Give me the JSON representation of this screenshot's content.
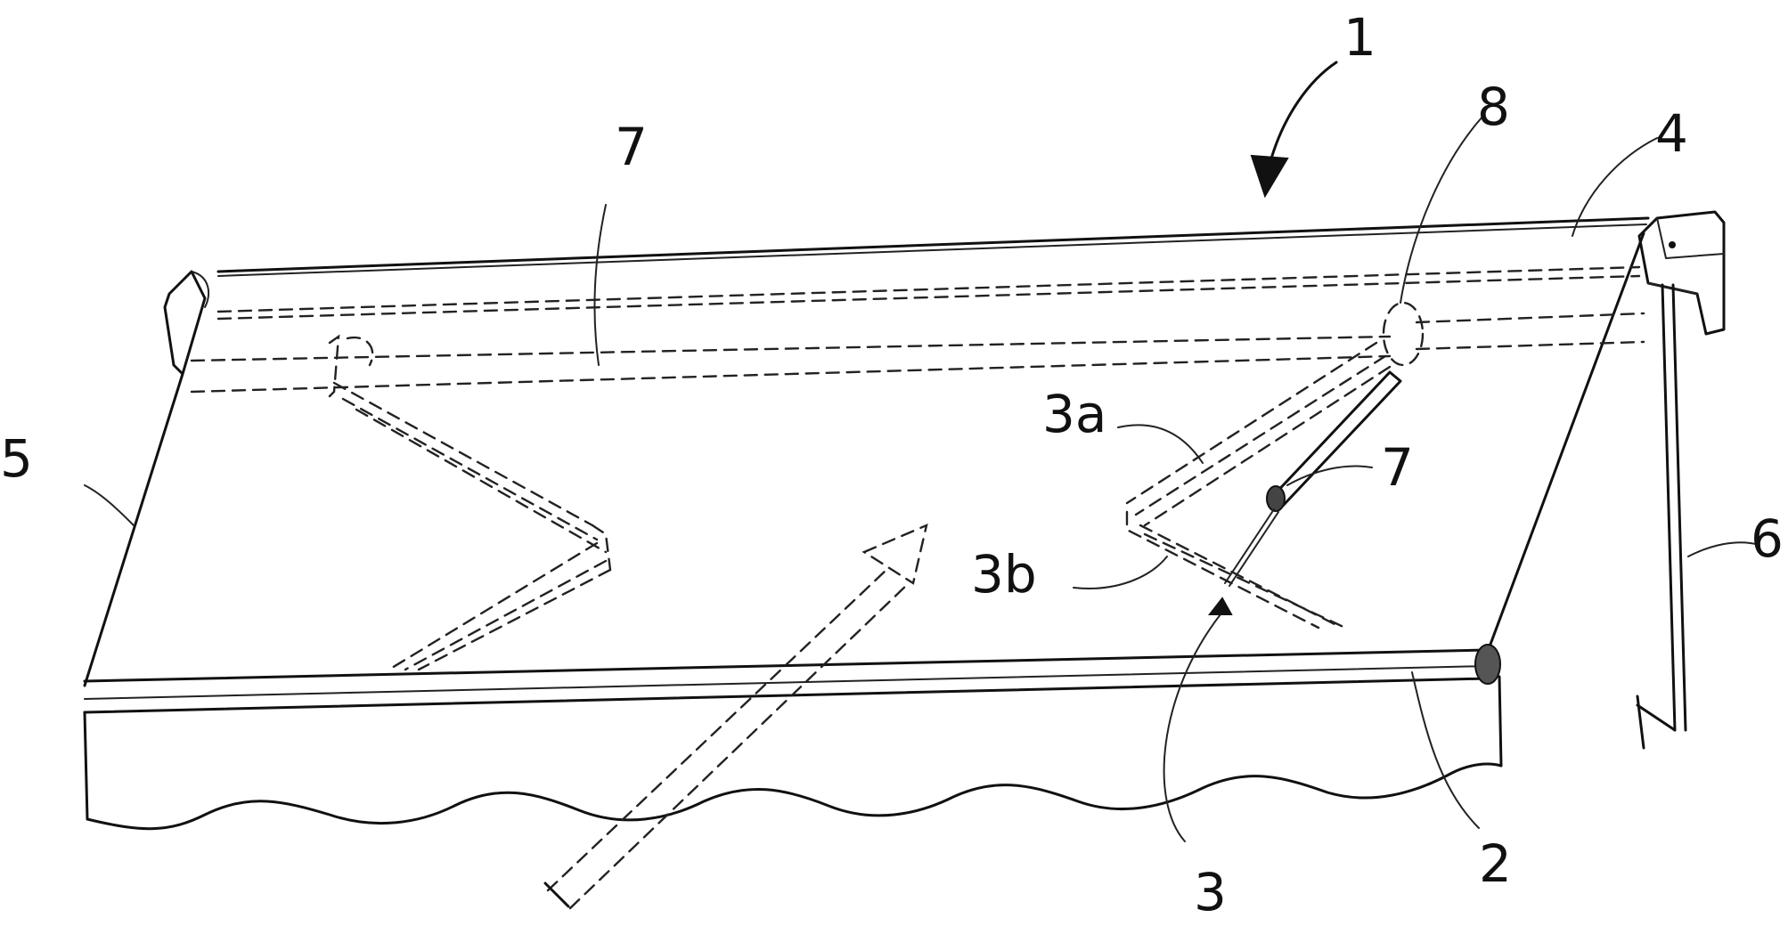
{
  "labels": {
    "assembly": "1",
    "front_bar": "2",
    "arm": "3",
    "arm_upper": "3a",
    "arm_lower": "3b",
    "roller_tube": "4",
    "fabric": "5",
    "crank": "6",
    "spring_top": "7",
    "spring_right": "7",
    "pivot": "8"
  }
}
